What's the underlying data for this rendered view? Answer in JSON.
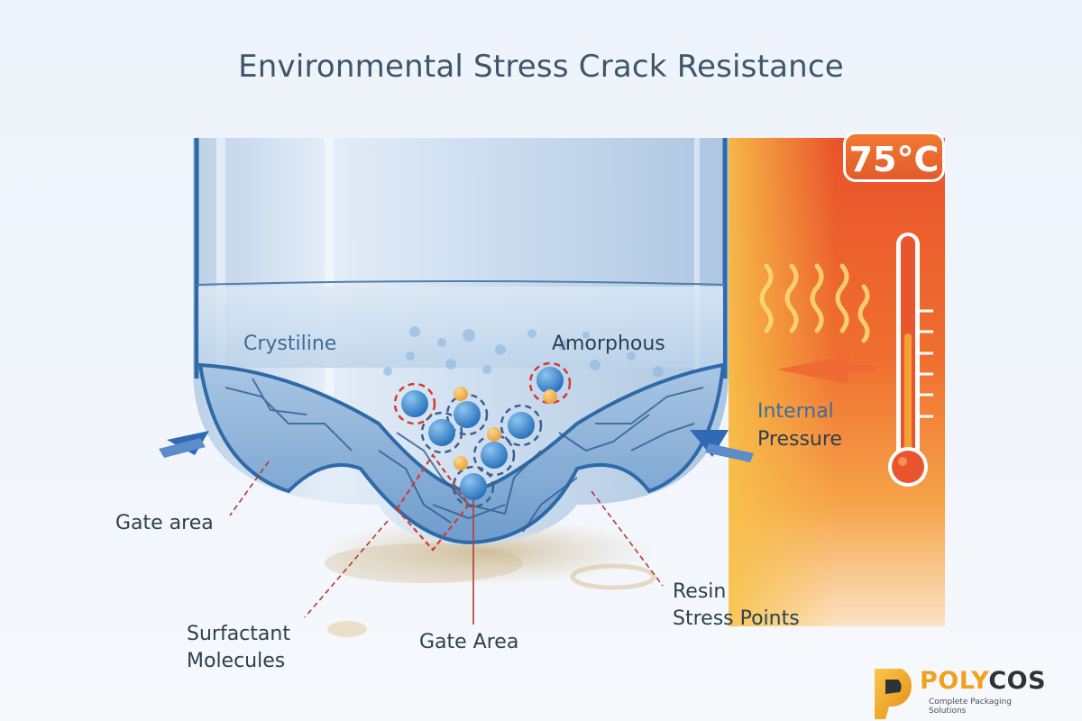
{
  "title": "Environmental Stress Crack Resistance",
  "temperature_badge": "75°C",
  "labels": {
    "crystalline": "Crystiline",
    "amorphous": "Amorphous",
    "internal_pressure_line1": "Internal",
    "internal_pressure_line2": "Pressure",
    "gate_area_left": "Gate area",
    "surfactant_line1": "Surfactant",
    "surfactant_line2": "Molecules",
    "gate_area_center": "Gate Area",
    "resin_line1": "Resin",
    "resin_line2": "Stress Points"
  },
  "logo": {
    "word_part1": "POLY",
    "word_part2": "COS",
    "tagline": "Complete Packaging Solutions"
  },
  "colors": {
    "background": "#eef3fb",
    "title": "#3f556b",
    "bottle_blue": "#2f6aa8",
    "heat_orange": "#e8562c",
    "heat_yellow": "#f7c24a",
    "callout_red": "#c0392b",
    "logo_gold": "#f0a21f"
  },
  "icons": [
    "pressure-arrow-left",
    "pressure-arrow-right",
    "heat-arrow",
    "thermometer-icon",
    "heat-wave-icon",
    "polycos-logo-icon",
    "molecule-icon"
  ]
}
